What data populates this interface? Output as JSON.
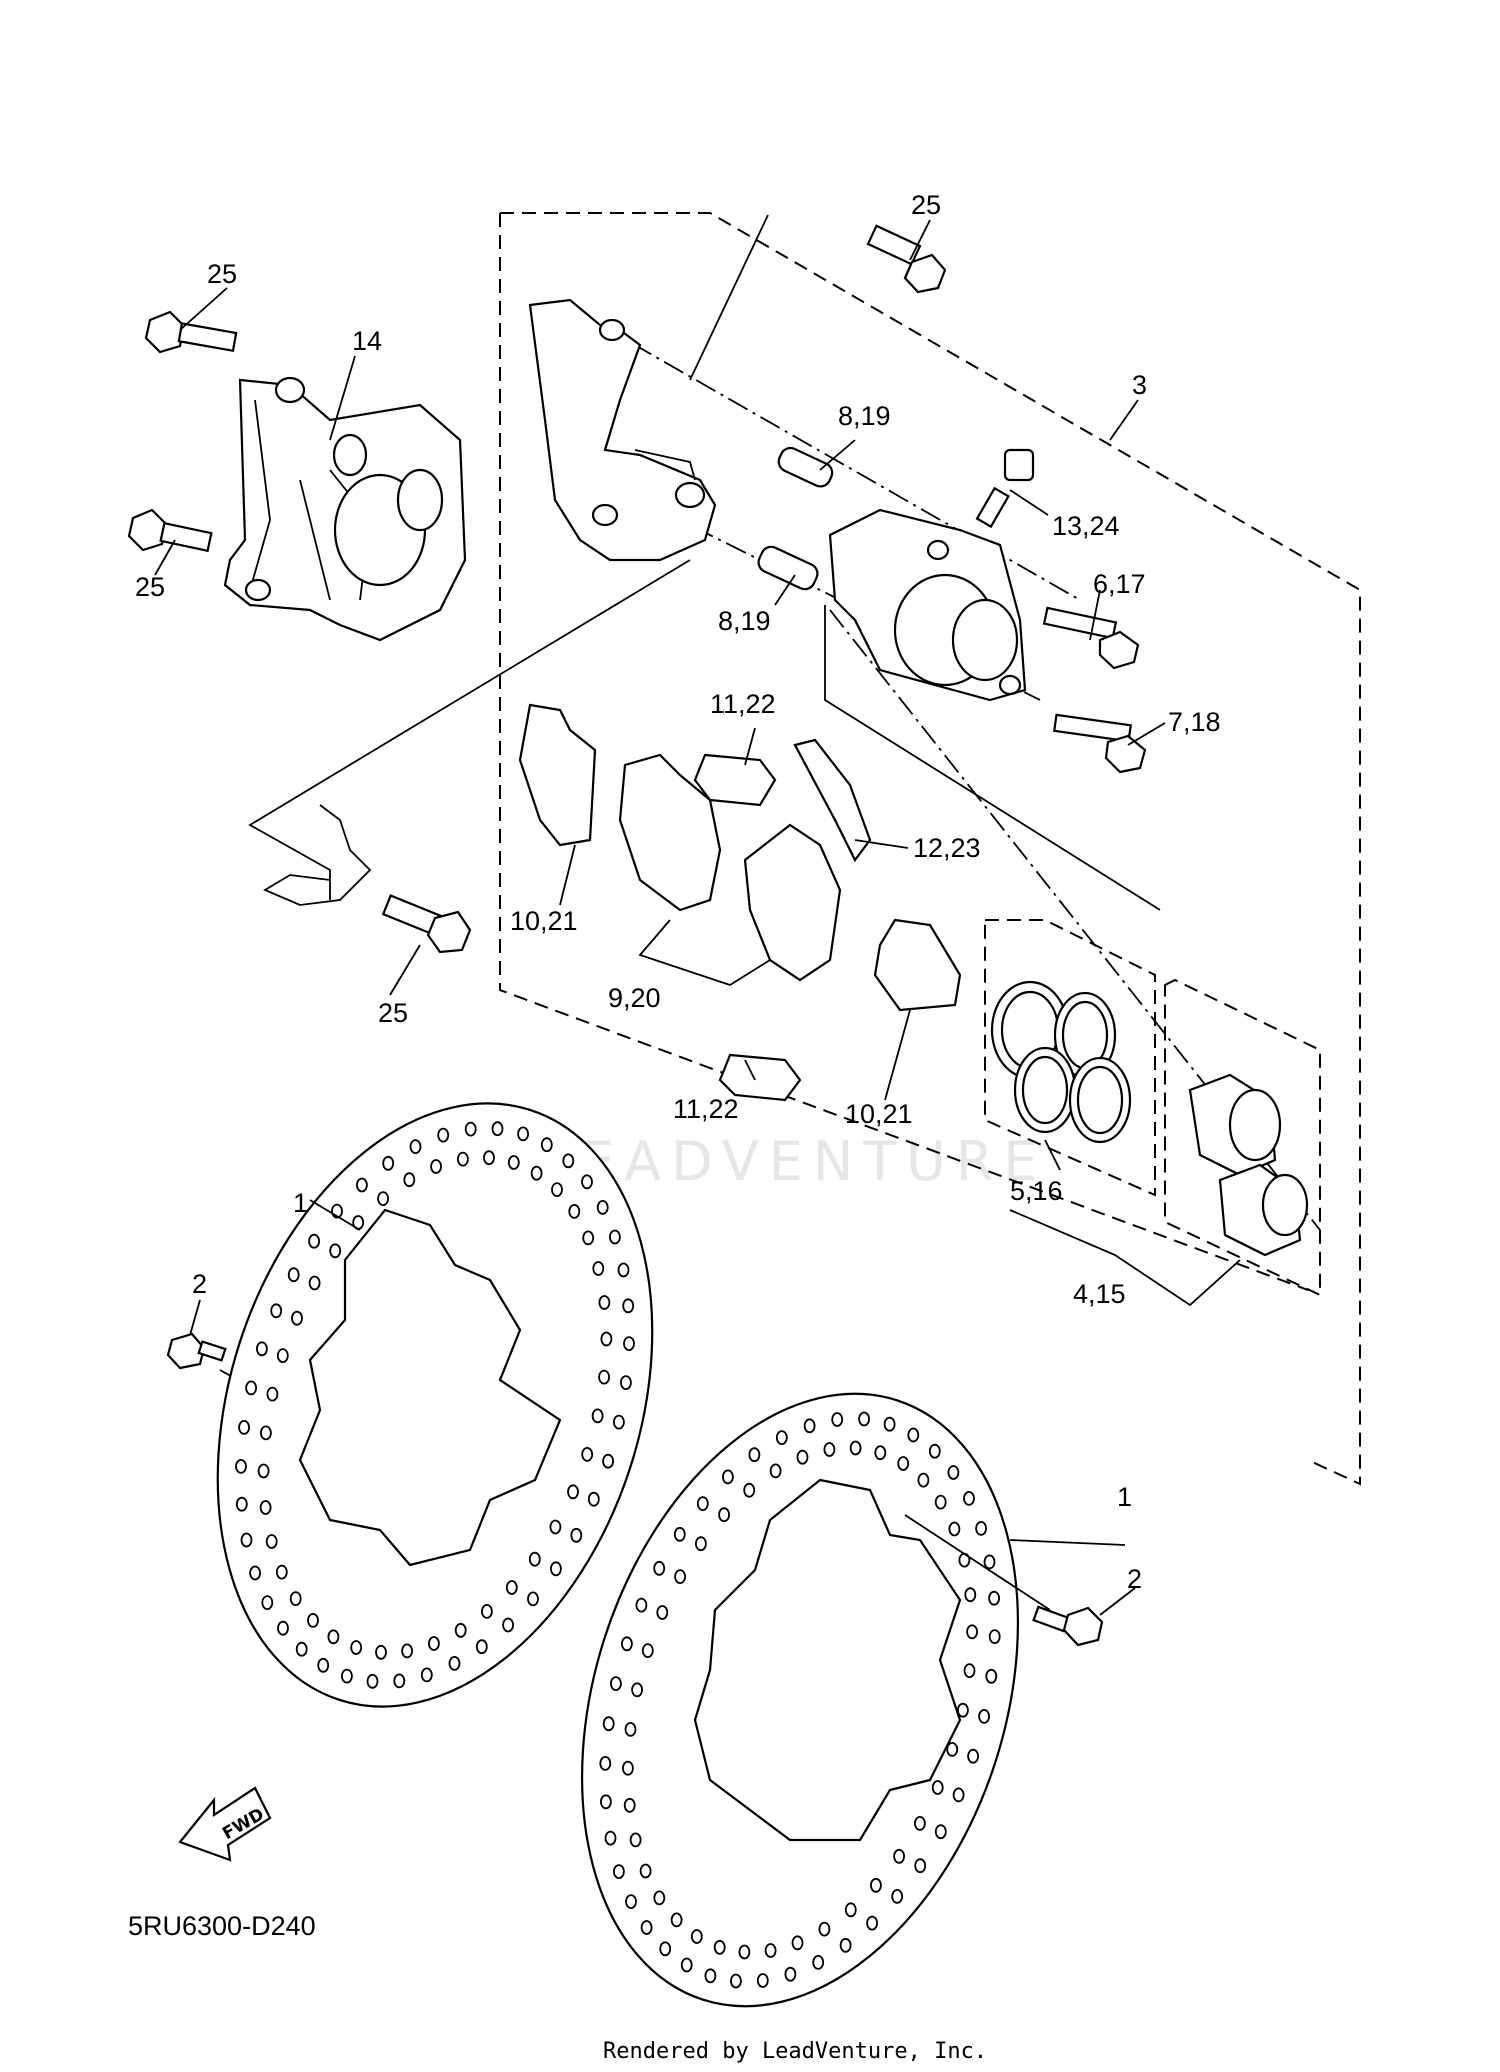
{
  "diagram_code": "5RU6300-D240",
  "credit": "Rendered by LeadVenture, Inc.",
  "watermark": "LEADVENTURE",
  "fwd_badge": "FWD",
  "labels": {
    "l25_top": "25",
    "l25_left_top": "25",
    "l14": "14",
    "l25_left_bottom": "25",
    "l3": "3",
    "l8_19_top": "8,19",
    "l13_24": "13,24",
    "l8_19_bottom": "8,19",
    "l6_17": "6,17",
    "l7_18": "7,18",
    "l11_22_top": "11,22",
    "l12_23": "12,23",
    "l10_21_left": "10,21",
    "l25_clip": "25",
    "l9_20": "9,20",
    "l11_22_bottom": "11,22",
    "l10_21_right": "10,21",
    "l5_16": "5,16",
    "l4_15": "4,15",
    "l1_left": "1",
    "l2_left": "2",
    "l1_right": "1",
    "l2_right": "2"
  }
}
